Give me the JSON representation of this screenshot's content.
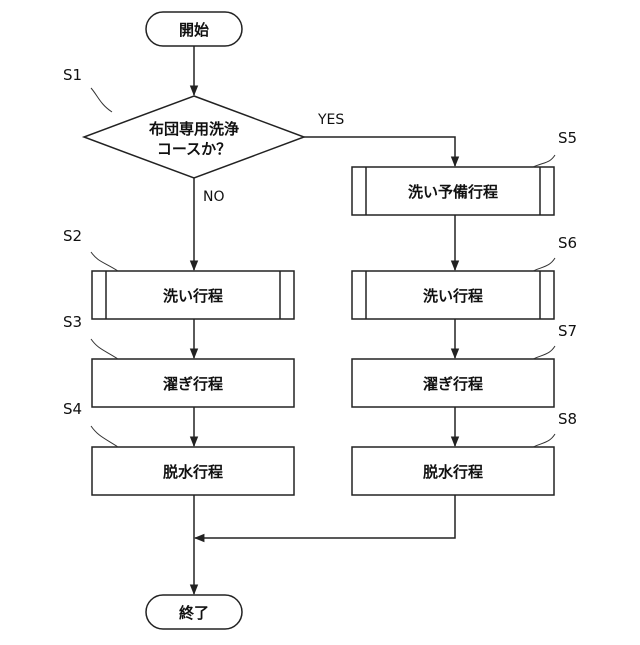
{
  "flowchart": {
    "start": "開始",
    "decision": {
      "step": "S1",
      "line1": "布団専用洗浄",
      "line2": "コースか？"
    },
    "yes": "YES",
    "no": "NO",
    "left": [
      {
        "step": "S2",
        "label": "洗い行程"
      },
      {
        "step": "S3",
        "label": "濯ぎ行程"
      },
      {
        "step": "S4",
        "label": "脱水行程"
      }
    ],
    "right": [
      {
        "step": "S5",
        "label": "洗い予備行程"
      },
      {
        "step": "S6",
        "label": "洗い行程"
      },
      {
        "step": "S7",
        "label": "濯ぎ行程"
      },
      {
        "step": "S8",
        "label": "脱水行程"
      }
    ],
    "end": "終了"
  }
}
